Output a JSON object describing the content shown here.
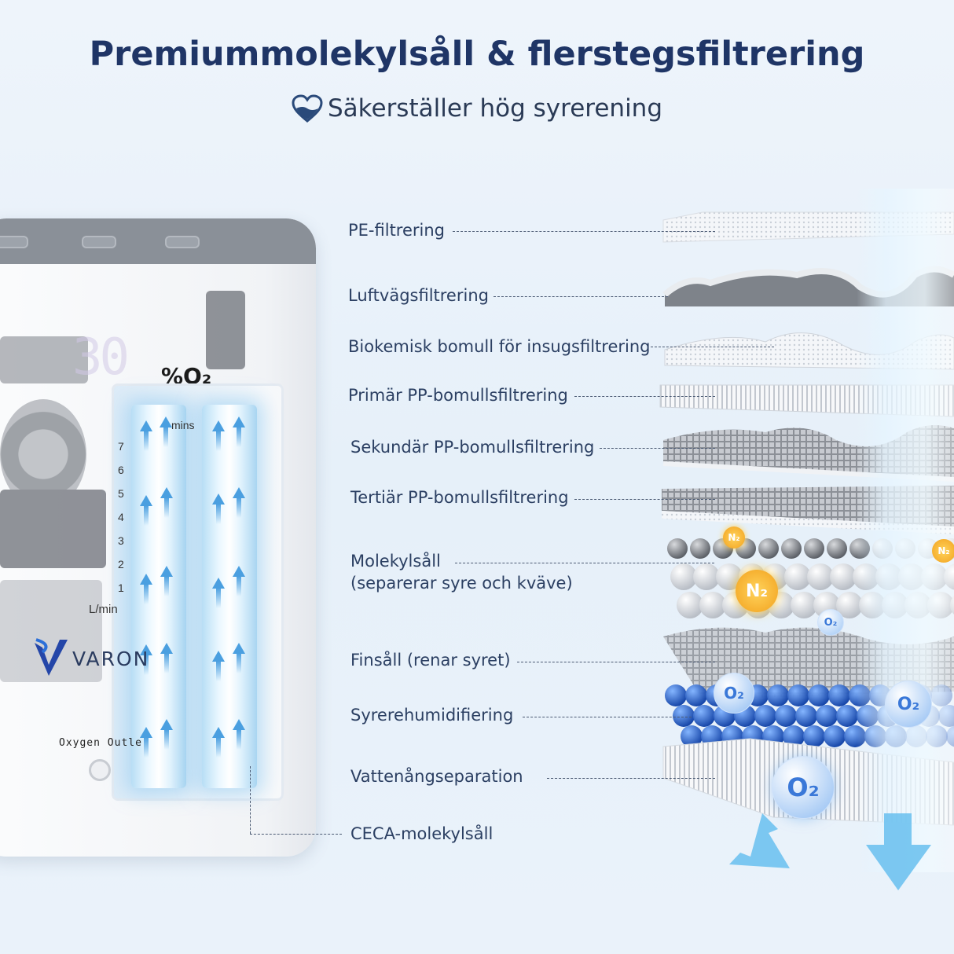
{
  "header": {
    "title": "Premiummolekylsåll & flerstegsfiltrering",
    "subtitle": "Säkerställer hög syrerening"
  },
  "device": {
    "display_digits": "30",
    "o2_label": "%O₂",
    "mins_label": "mins",
    "flow_scale": [
      "7",
      "6",
      "5",
      "4",
      "3",
      "2",
      "1"
    ],
    "flow_unit": "L/min",
    "brand": "VARON",
    "outlet_label": "Oxygen Outle"
  },
  "filter_layers": [
    {
      "label": "PE-filtrering"
    },
    {
      "label": "Luftvägsfiltrering"
    },
    {
      "label": "Biokemisk bomull för insugsfiltrering"
    },
    {
      "label": "Primär PP-bomullsfiltrering"
    },
    {
      "label": "Sekundär PP-bomullsfiltrering"
    },
    {
      "label": "Tertiär PP-bomullsfiltrering"
    },
    {
      "label": "Molekylsåll",
      "sublabel": "(separerar syre och kväve)"
    },
    {
      "label": "Finsåll (renar syret)"
    },
    {
      "label": "Syrerehumidifiering"
    },
    {
      "label": "Vattenångseparation"
    },
    {
      "label": "CECA-molekylsåll"
    }
  ],
  "molecules": {
    "n2": "N₂",
    "o2": "O₂"
  },
  "colors": {
    "title": "#1f3566",
    "label_text": "#2b3f62",
    "o2_blue": "#3a78d8",
    "n2_orange": "#f5a623",
    "glow_blue": "#8cc8f0"
  }
}
